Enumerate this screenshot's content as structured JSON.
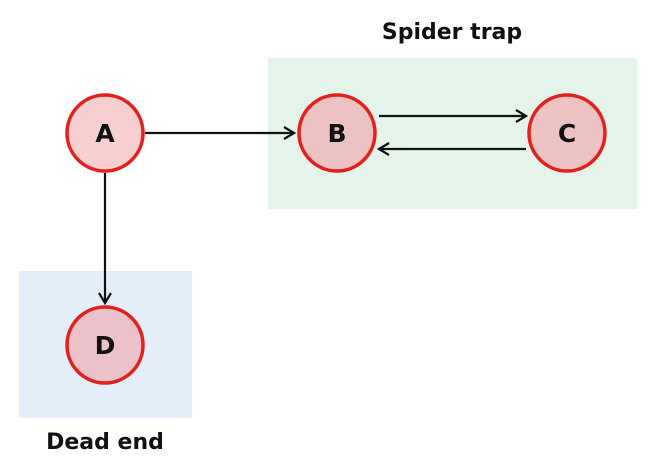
{
  "regions": {
    "spider_trap": {
      "label": "Spider trap",
      "fill": "#e5f4ea"
    },
    "dead_end": {
      "label": "Dead end",
      "fill": "#e3eef8"
    }
  },
  "nodes": {
    "a": {
      "label": "A",
      "fill": "#f8cfd0"
    },
    "b": {
      "label": "B",
      "fill": "#ecc2c2"
    },
    "c": {
      "label": "C",
      "fill": "#ecc2c2"
    },
    "d": {
      "label": "D",
      "fill": "#ecc2ca"
    }
  },
  "colors": {
    "node_stroke": "#e3201c",
    "edge": "#111111"
  }
}
